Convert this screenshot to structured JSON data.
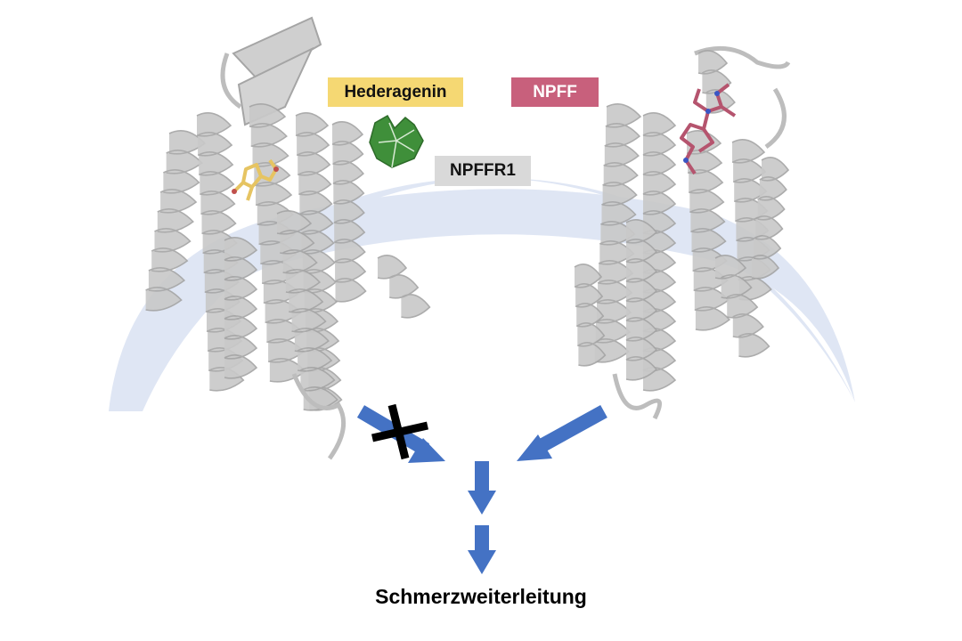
{
  "labels": {
    "ligand": "Hederagenin",
    "peptide": "NPFF",
    "receptor": "NPFFR1",
    "outcome": "Schmerzweiterleitung"
  },
  "colors": {
    "membrane": "#dfe6f4",
    "helix": "#c9c9c9",
    "helix_edge": "#a5a5a5",
    "arrow": "#4472c4",
    "block_cross": "#000000",
    "ligand_badge": "#f5d873",
    "peptide_badge": "#c8607c",
    "receptor_badge": "#d9d9d9",
    "ligand_molecule": "#e6c462",
    "peptide_molecule": "#b5546e",
    "leaf": "#3f8f3a"
  },
  "icons": {
    "plant": "ivy-leaf-icon",
    "blocked": "block-cross-icon"
  },
  "signals": {
    "left_pathway_blocked": true,
    "right_pathway_blocked": false
  }
}
